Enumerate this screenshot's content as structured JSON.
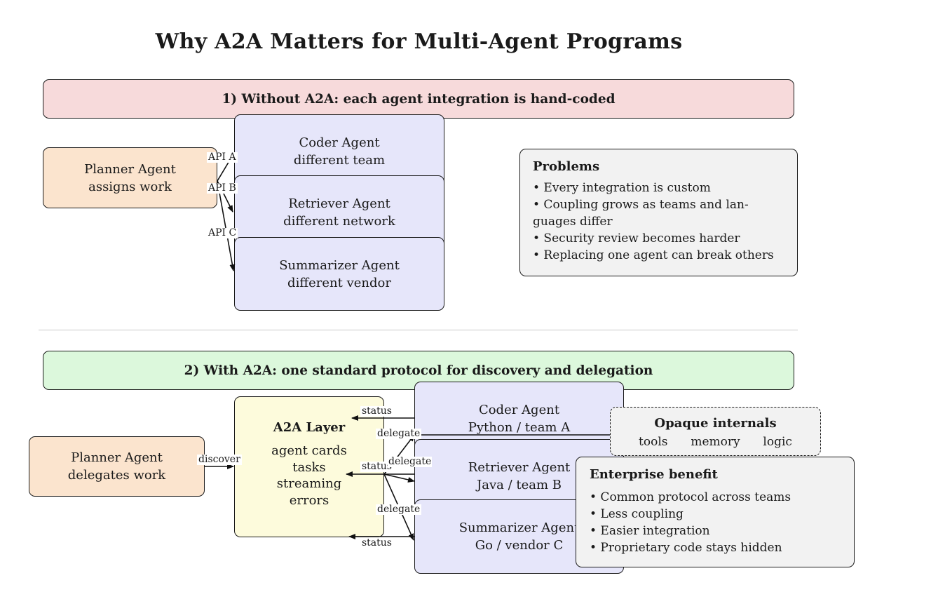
{
  "title": "Why A2A Matters for Multi-Agent Programs",
  "section1": {
    "banner": "1) Without A2A: each agent integration is hand-coded",
    "planner": {
      "line1": "Planner Agent",
      "line2": "assigns work"
    },
    "agents": [
      {
        "name": "Coder Agent",
        "sub": "different team"
      },
      {
        "name": "Retriever Agent",
        "sub": "different network"
      },
      {
        "name": "Summarizer Agent",
        "sub": "different vendor"
      }
    ],
    "api_labels": [
      "API A",
      "API B",
      "API C"
    ],
    "problems": {
      "title": "Problems",
      "items": [
        "• Every integration is custom",
        "• Coupling grows as teams and lan-",
        "guages differ",
        "• Security review becomes harder",
        "• Replacing one agent can break others"
      ]
    }
  },
  "section2": {
    "banner": "2) With A2A: one standard protocol for discovery and delegation",
    "planner": {
      "line1": "Planner Agent",
      "line2": "delegates work"
    },
    "discover_label": "discover",
    "a2a_layer": {
      "title": "A2A Layer",
      "items": [
        "agent cards",
        "tasks",
        "streaming",
        "errors"
      ]
    },
    "agents": [
      {
        "name": "Coder Agent",
        "sub": "Python / team A"
      },
      {
        "name": "Retriever Agent",
        "sub": "Java / team B"
      },
      {
        "name": "Summarizer Agent",
        "sub": "Go / vendor C"
      }
    ],
    "status_label": "status",
    "delegate_label": "delegate",
    "opaque": {
      "title": "Opaque internals",
      "items": [
        "tools",
        "memory",
        "logic"
      ]
    },
    "enterprise": {
      "title": "Enterprise benefit",
      "items": [
        "• Common protocol across teams",
        "• Less coupling",
        "• Easier integration",
        "• Proprietary code stays hidden"
      ]
    }
  }
}
